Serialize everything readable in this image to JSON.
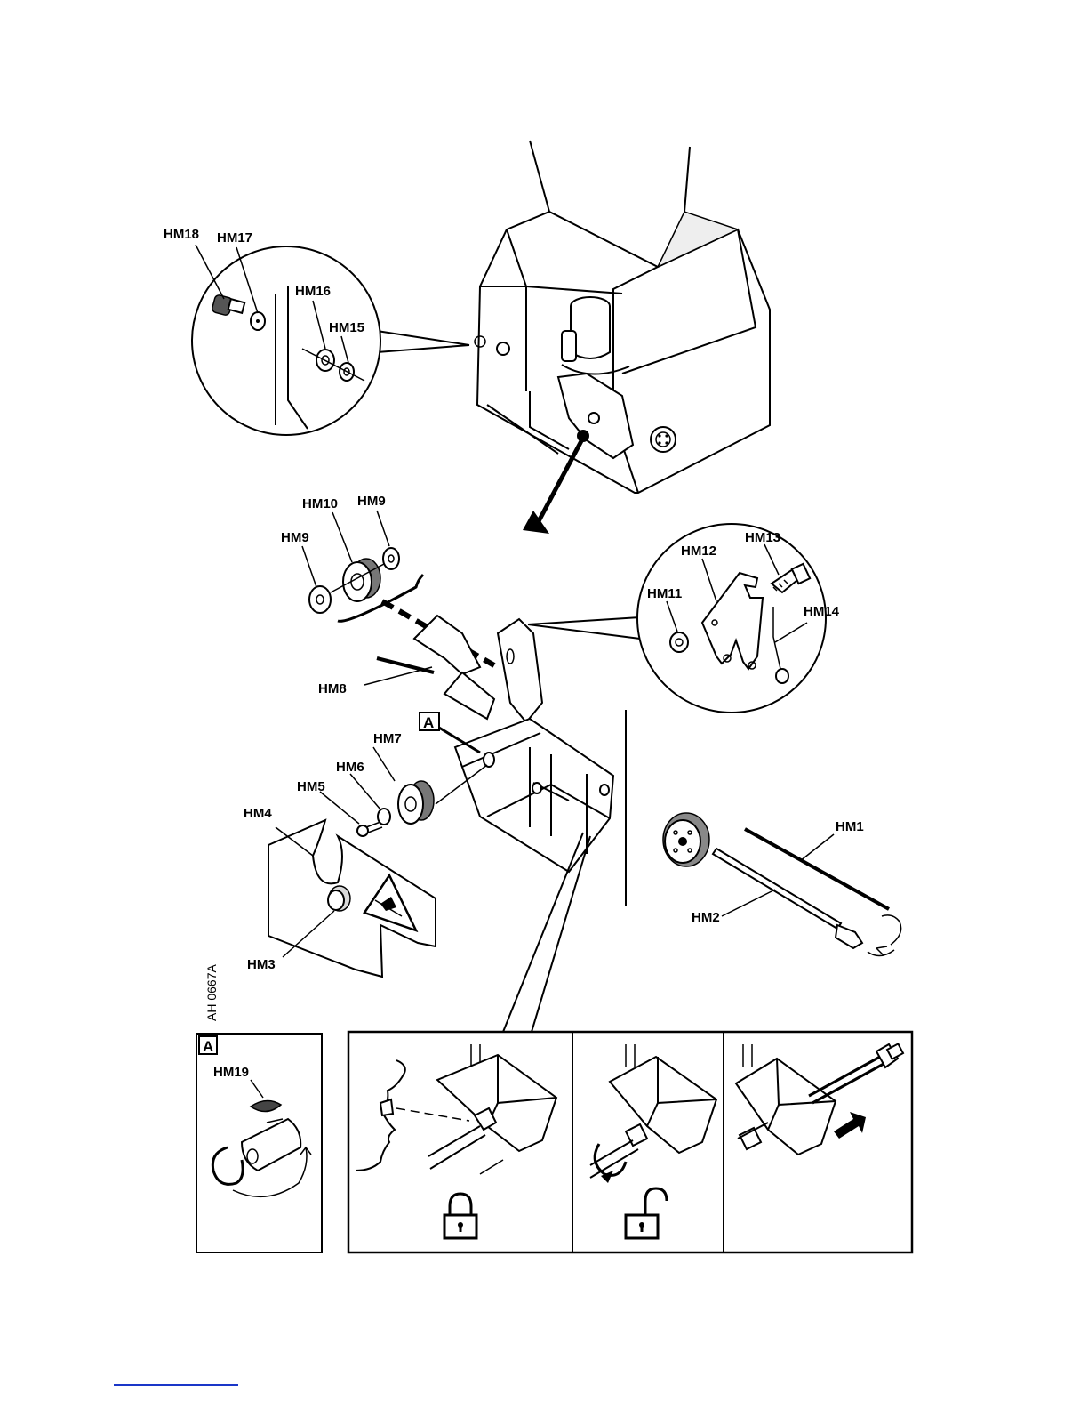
{
  "figure_code": "AH 0667A",
  "parts": {
    "hm1": "HM1",
    "hm2": "HM2",
    "hm3": "HM3",
    "hm4": "HM4",
    "hm5": "HM5",
    "hm6": "HM6",
    "hm7": "HM7",
    "hm8": "HM8",
    "hm9a": "HM9",
    "hm9b": "HM9",
    "hm10": "HM10",
    "hm11": "HM11",
    "hm12": "HM12",
    "hm13": "HM13",
    "hm14": "HM14",
    "hm15": "HM15",
    "hm16": "HM16",
    "hm17": "HM17",
    "hm18": "HM18",
    "hm19": "HM19"
  },
  "detail_marker": "A",
  "inset_a": {
    "label": "A",
    "part": "HM19"
  },
  "icons": [
    "lock-closed-icon",
    "lock-open-icon",
    "push-arrow-icon",
    "warning-pinch-icon"
  ]
}
